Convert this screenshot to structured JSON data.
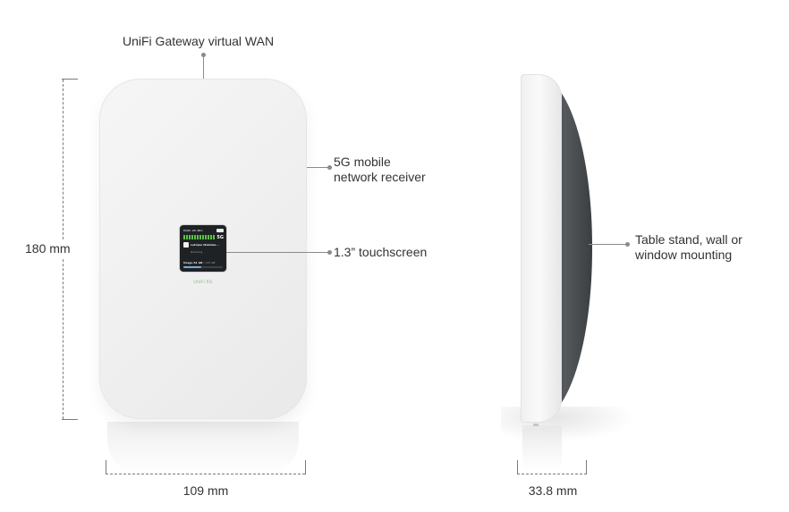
{
  "callouts": {
    "wan": "UniFi Gateway virtual WAN",
    "receiver": "5G mobile\nnetwork receiver",
    "touchscreen": "1.3” touchscreen",
    "mounting": "Table stand, wall or\nwindow mounting"
  },
  "dimensions": {
    "height": "180 mm",
    "width": "109 mm",
    "depth": "33.8 mm"
  },
  "device": {
    "brand_text": "UniFi 5G",
    "screen": {
      "status_line": "RSRP -98 dBm",
      "network_type": "5G",
      "carrier": "Latvijas Mobilais...",
      "sub_line": "Roaming",
      "usage_label": "Usage 61 GB",
      "usage_limit": "/ 135 GB",
      "usage_fraction": 0.45
    }
  },
  "colors": {
    "signal_green": "#58c441",
    "screen_bg": "#1f2224",
    "side_dark": "#4a4e52"
  }
}
